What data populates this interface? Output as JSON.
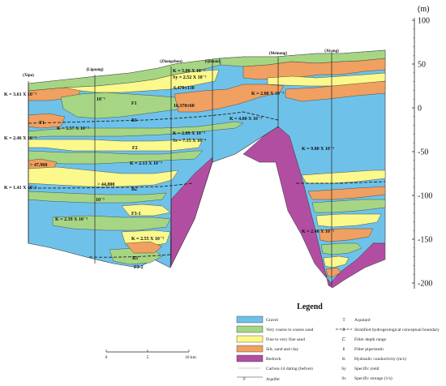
{
  "colors": {
    "gravel": "#6ec2ea",
    "coarse_sand": "#a6d684",
    "fine_sand": "#fbf88c",
    "silt_clay": "#f0a060",
    "bedrock": "#b24ea2",
    "outline": "#333333"
  },
  "axis": {
    "unit": "(m)",
    "ticks": [
      "100",
      "50",
      "0",
      "-50",
      "-100",
      "-150",
      "-200"
    ],
    "tick_values": [
      100,
      50,
      0,
      -50,
      -100,
      -150,
      -200
    ]
  },
  "locations": [
    "(Xipu)",
    "(Liguang)",
    "(Zhongzhou)",
    "(Qishan)",
    "(Meinong)",
    "(Jiyang)"
  ],
  "annotations": [
    "K = 3.61 X 10⁻³",
    "T1",
    "K = 5.57 X 10⁻³",
    "K = 2.46 X 10⁻³",
    "> 47,960",
    "K = 1.41 X 10⁻³",
    "K = 2.39 X 10⁻³",
    "10⁻¹",
    "F1",
    "K = 5.80 X 10⁻³",
    "Sy = 2.52 X 10⁻¹",
    "6,470±130",
    "16,370±60",
    "B1",
    "K = 2.89 X 10⁻³",
    "Ss = 7.15 X 10⁻⁴",
    "F2",
    "K = 2.13 X 10⁻³",
    "> 44,800",
    "B2",
    "F3-1",
    "K = 2.55 X 10⁻³",
    "B3",
    "F3-2",
    "K = 2.00 X 10⁻³",
    "K = 4.00 X 10⁻³",
    "K = 9.80 X 10⁻³",
    "K = 2.40 X 10⁻³",
    "10⁻¹"
  ],
  "scalebar": {
    "labels": [
      "0",
      "5",
      "10 km"
    ]
  },
  "legend": {
    "title": "Legend",
    "materials": [
      {
        "label": "Gravel",
        "color": "#6ec2ea"
      },
      {
        "label": "Very coarse to coarse sand",
        "color": "#a6d684"
      },
      {
        "label": "Fine to very fine sand",
        "color": "#fbf88c"
      },
      {
        "label": "Silt, sand and clay",
        "color": "#f0a060"
      },
      {
        "label": "Bedrock",
        "color": "#b24ea2"
      },
      {
        "label": "Carbon-14 dating (before)",
        "color": ""
      }
    ],
    "symbols": [
      {
        "symbol": "T",
        "label": "Aquitard"
      },
      {
        "symbol": "B",
        "label": "Stratified hydrogeological conceptual boundary"
      },
      {
        "symbol": "⊏",
        "label": "Filter depth range"
      },
      {
        "symbol": "I",
        "label": "Filter pipe/mesh"
      },
      {
        "symbol": "K",
        "label": "Hydraulic conductivity (m/s)"
      },
      {
        "symbol": "Sy",
        "label": "Specific yield"
      },
      {
        "symbol": "Ss",
        "label": "Specific storage (1/s)"
      }
    ],
    "aquifer": {
      "symbol": "F",
      "label": "Aquifer"
    }
  }
}
